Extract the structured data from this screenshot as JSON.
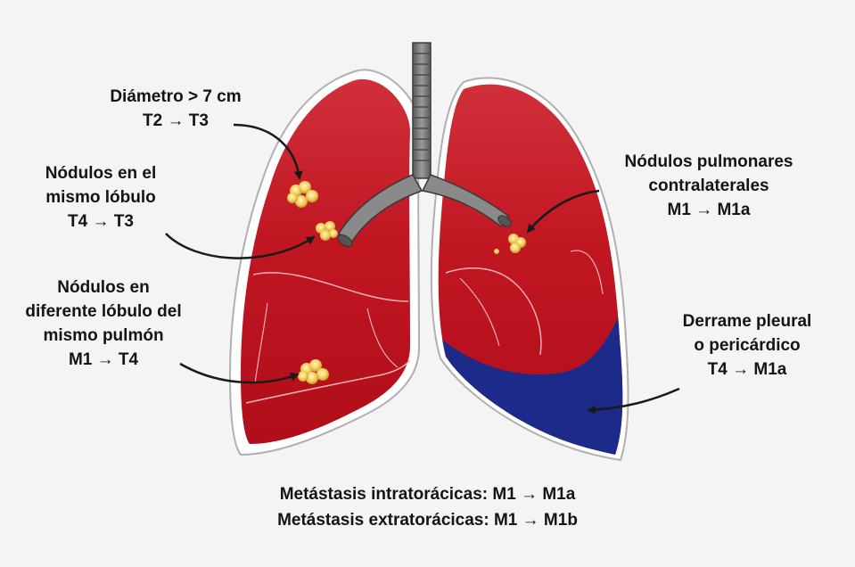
{
  "labels": {
    "diametro": {
      "line1": "Diámetro > 7 cm",
      "line2": "T2 → T3"
    },
    "mismo_lobulo": {
      "line1": "Nódulos en el",
      "line2": "mismo lóbulo",
      "line3": "T4 → T3"
    },
    "diferente_lobulo": {
      "line1": "Nódulos en",
      "line2": "diferente lóbulo del",
      "line3": "mismo pulmón",
      "line4": "M1 → T4"
    },
    "contralaterales": {
      "line1": "Nódulos pulmonares",
      "line2": "contralaterales",
      "line3": "M1 → M1a"
    },
    "derrame": {
      "line1": "Derrame pleural",
      "line2": "o pericárdico",
      "line3": "T4 → M1a"
    }
  },
  "footer": {
    "line1": "Metástasis intratorácicas: M1 → M1a",
    "line2": "Metástasis extratorácicas: M1 → M1b"
  },
  "colors": {
    "lung": "#c8202a",
    "lung_dark": "#a8141e",
    "pleura": "#ffffff",
    "effusion": "#1c2a8a",
    "trachea": "#8c8c8c",
    "nodule": "#f4d060",
    "arrow": "#1a1a1a"
  }
}
